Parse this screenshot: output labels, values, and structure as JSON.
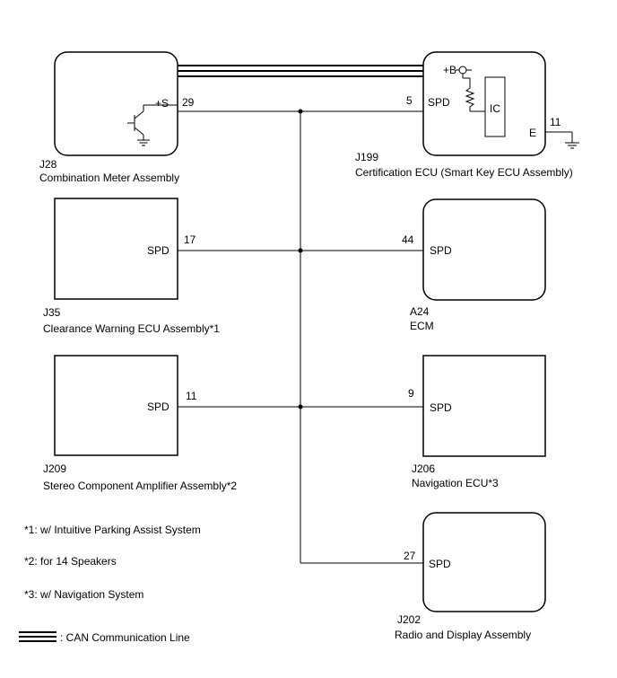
{
  "components": {
    "combination_meter": {
      "code": "J28",
      "name": "Combination Meter Assembly",
      "pin_label": "+S",
      "pin_number": "29"
    },
    "certification_ecu": {
      "code": "J199",
      "name": "Certification ECU (Smart Key ECU Assembly)",
      "pin_label": "SPD",
      "pin_number": "5",
      "ground_label": "E",
      "ground_pin": "11",
      "supply_label": "+B",
      "ic_label": "IC"
    },
    "clearance_warning_ecu": {
      "code": "J35",
      "name": "Clearance Warning ECU Assembly*1",
      "pin_label": "SPD",
      "pin_number": "17"
    },
    "ecm": {
      "code": "A24",
      "name": "ECM",
      "pin_label": "SPD",
      "pin_number": "44"
    },
    "stereo_amplifier": {
      "code": "J209",
      "name": "Stereo Component Amplifier Assembly*2",
      "pin_label": "SPD",
      "pin_number": "11"
    },
    "navigation_ecu": {
      "code": "J206",
      "name": "Navigation ECU*3",
      "pin_label": "SPD",
      "pin_number": "9"
    },
    "radio_display": {
      "code": "J202",
      "name": "Radio and Display Assembly",
      "pin_label": "SPD",
      "pin_number": "27"
    }
  },
  "notes": [
    "*1: w/ Intuitive Parking Assist System",
    "*2: for 14 Speakers",
    "*3: w/ Navigation System"
  ],
  "legend": {
    "can_line": ": CAN Communication Line"
  }
}
